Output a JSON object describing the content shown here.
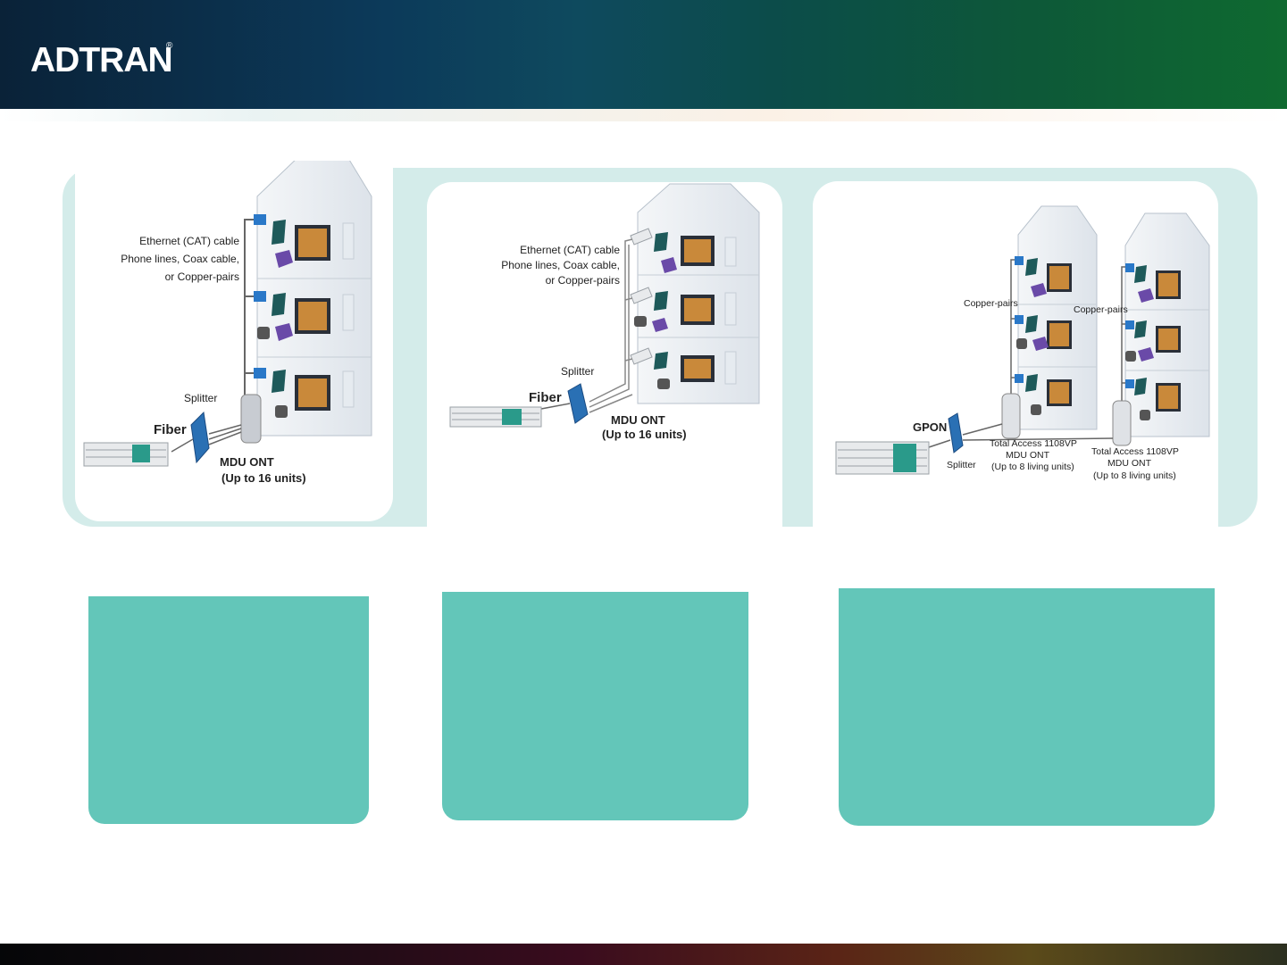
{
  "logo": {
    "text": "ADTRAN",
    "mark": "®"
  },
  "colors": {
    "header_left": "#0a2238",
    "header_right": "#0f6a30",
    "band": "#d4ecea",
    "card": "#63c6b9"
  },
  "diagram1": {
    "cable_line1": "Ethernet (CAT) cable",
    "cable_line2": "Phone lines, Coax cable,",
    "cable_line3": "or Copper-pairs",
    "splitter": "Splitter",
    "fiber": "Fiber",
    "ont_line1": "MDU ONT",
    "ont_line2": "(Up to 16 units)"
  },
  "diagram2": {
    "cable_line1": "Ethernet (CAT) cable",
    "cable_line2": "Phone lines, Coax cable,",
    "cable_line3": "or Copper-pairs",
    "splitter": "Splitter",
    "fiber": "Fiber",
    "ont_line1": "MDU ONT",
    "ont_line2": "(Up to 16 units)"
  },
  "diagram3": {
    "copper1": "Copper-pairs",
    "copper2": "Copper-pairs",
    "gpon": "GPON",
    "splitter": "Splitter",
    "ont1_line1": "Total Access 1108VP",
    "ont1_line2": "MDU ONT",
    "ont1_line3": "(Up to 8 living units)",
    "ont2_line1": "Total Access 1108VP",
    "ont2_line2": "MDU ONT",
    "ont2_line3": "(Up to 8 living units)"
  }
}
